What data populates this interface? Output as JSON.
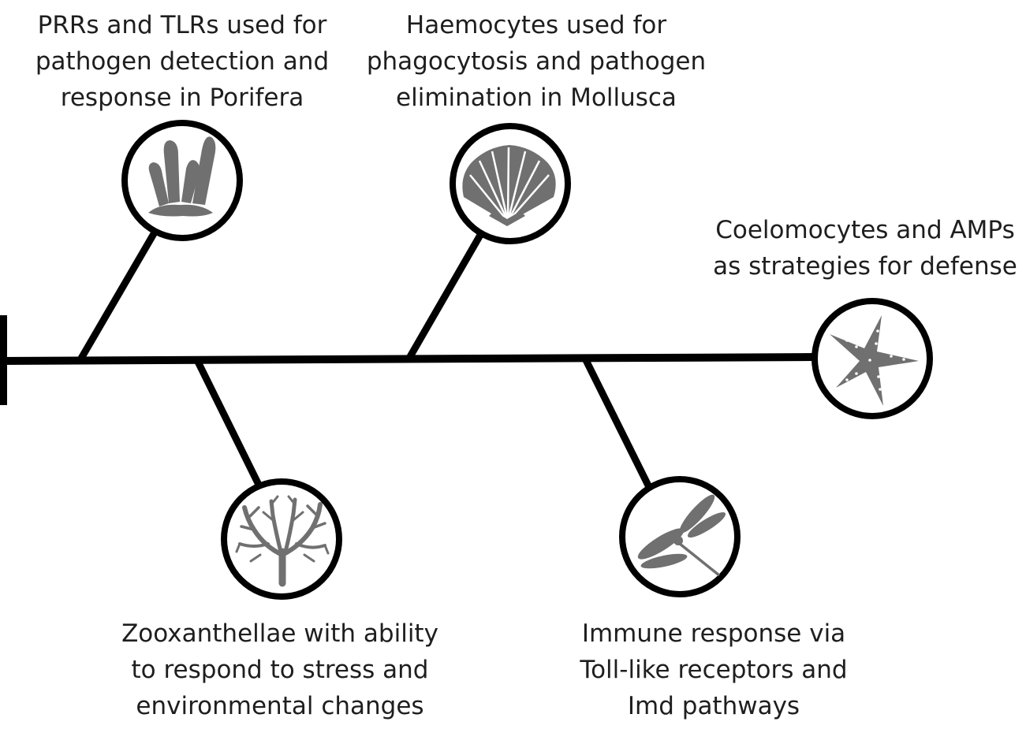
{
  "nodes": {
    "porifera": {
      "icon": "sponge-icon",
      "lines": [
        "PRRs and TLRs used for",
        "pathogen detection and",
        "response in Porifera"
      ]
    },
    "mollusca": {
      "icon": "scallop-shell-icon",
      "lines": [
        "Haemocytes used for",
        "phagocytosis and pathogen",
        "elimination in Mollusca"
      ]
    },
    "echinoderm": {
      "icon": "starfish-icon",
      "lines": [
        "Coelomocytes and AMPs",
        "as strategies for defense"
      ]
    },
    "coral": {
      "icon": "branching-coral-icon",
      "lines": [
        "Zooxanthellae with ability",
        "to respond to stress and",
        "environmental changes"
      ]
    },
    "insect": {
      "icon": "dragonfly-icon",
      "lines": [
        "Immune response via",
        "Toll-like receptors and",
        "Imd pathways"
      ]
    }
  },
  "colors": {
    "line": "#000000",
    "icon": "#707070",
    "text": "#1e1e1e"
  }
}
